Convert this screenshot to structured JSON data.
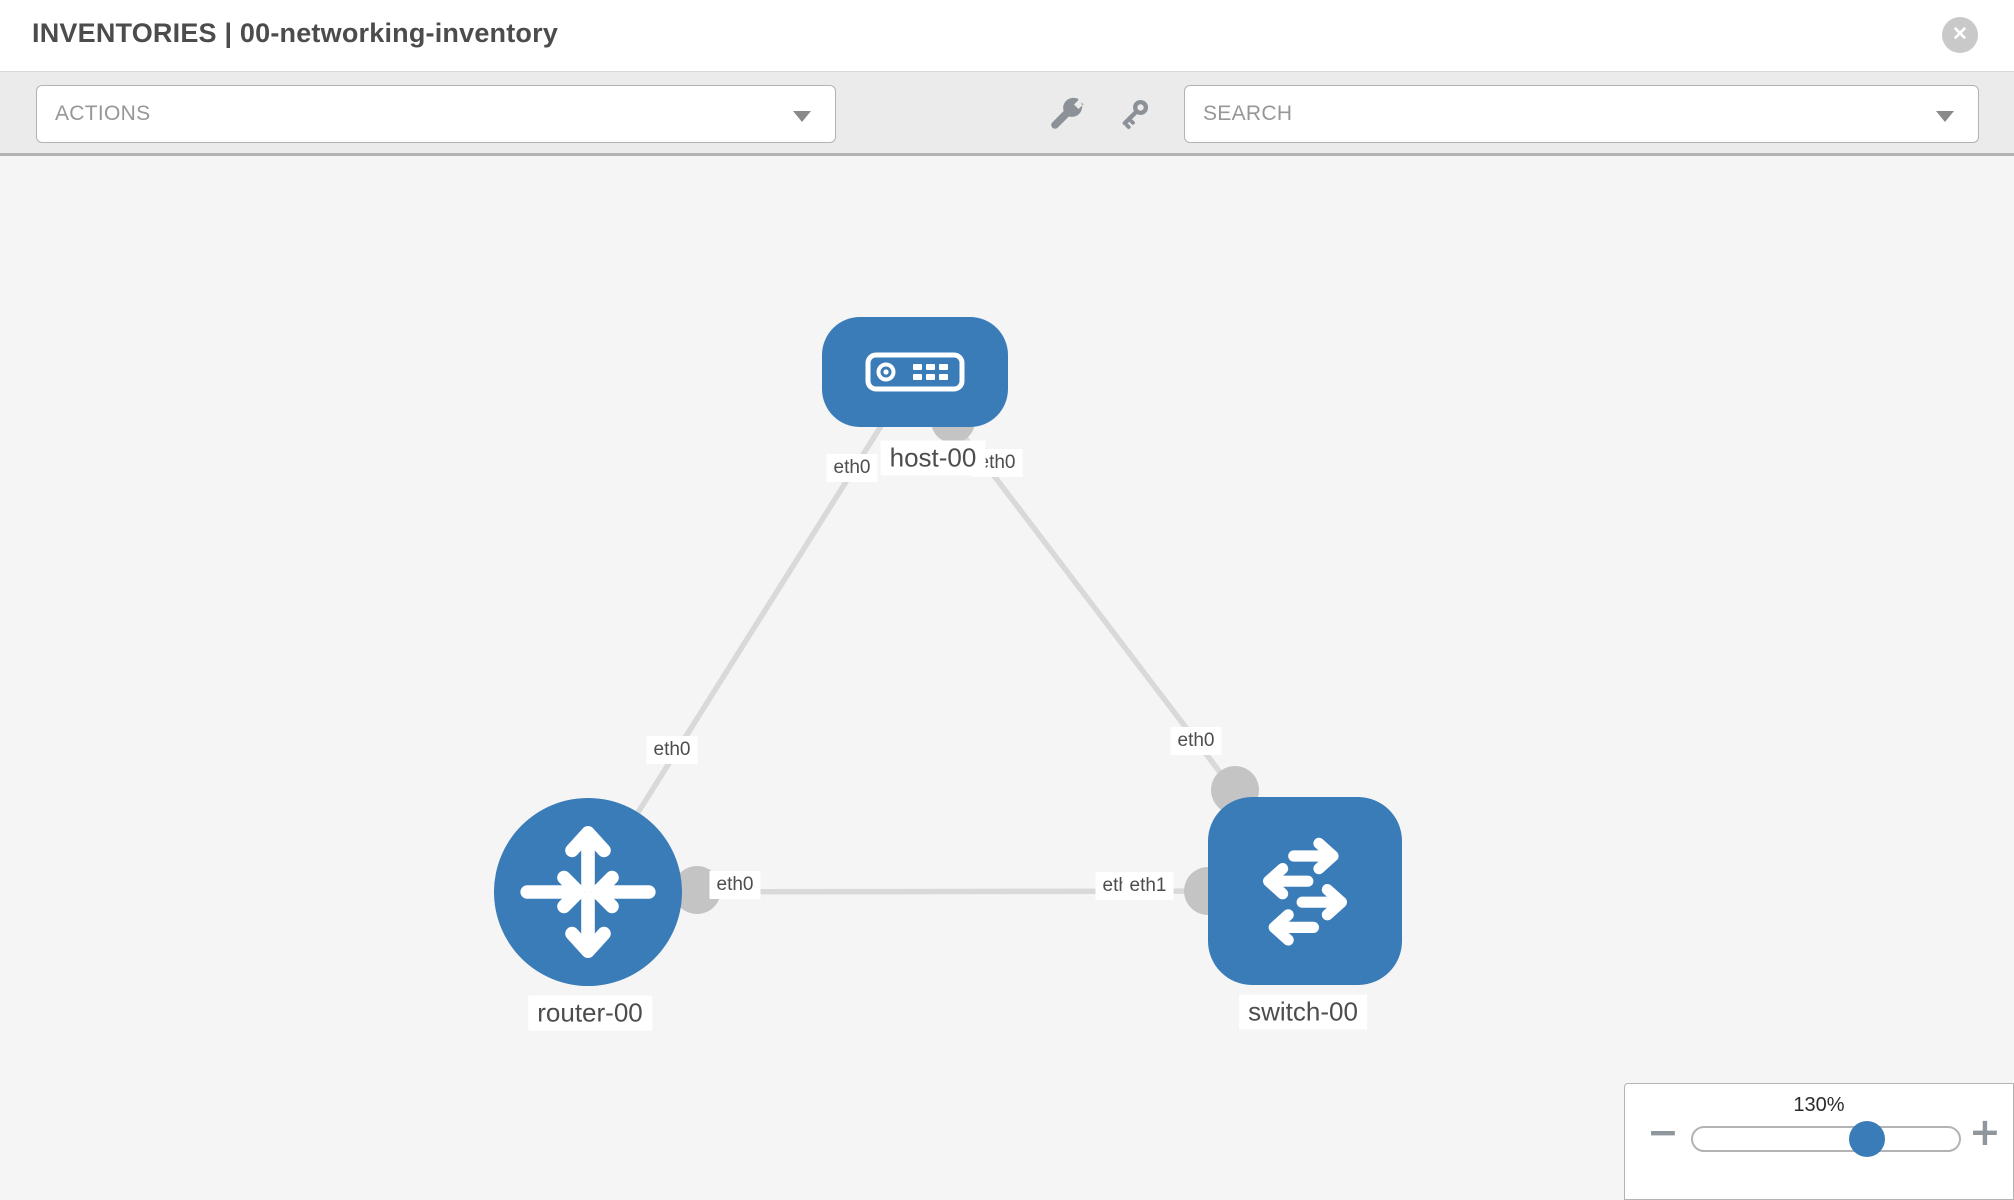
{
  "header": {
    "title": "INVENTORIES | 00-networking-inventory",
    "close_icon": "✕"
  },
  "toolbar": {
    "actions_label": "ACTIONS",
    "search_label": "SEARCH",
    "wrench_icon": "wrench",
    "key_icon": "key"
  },
  "canvas": {
    "nodes": [
      {
        "id": "host-00",
        "type": "host",
        "label": "host-00"
      },
      {
        "id": "router-00",
        "type": "router",
        "label": "router-00"
      },
      {
        "id": "switch-00",
        "type": "switch",
        "label": "switch-00"
      }
    ],
    "links": [
      {
        "from": "host-00",
        "from_interface": "eth0",
        "to": "router-00",
        "to_interface": "eth0"
      },
      {
        "from": "host-00",
        "from_interface": "eth0",
        "to": "switch-00",
        "to_interface": "eth0"
      },
      {
        "from": "router-00",
        "from_interface": "eth0",
        "to": "switch-00",
        "to_interface": "eth1",
        "occluded_label": "eth0"
      }
    ]
  },
  "zoom_control": {
    "value": "130%",
    "minus_label": "−",
    "plus_label": "+"
  },
  "colors": {
    "node_blue": "#3a7cb8",
    "link_gray": "#d9d9d9",
    "connector_gray": "#c4c4c4",
    "canvas_bg": "#f5f5f5",
    "toolbar_bg": "#ebebeb"
  }
}
